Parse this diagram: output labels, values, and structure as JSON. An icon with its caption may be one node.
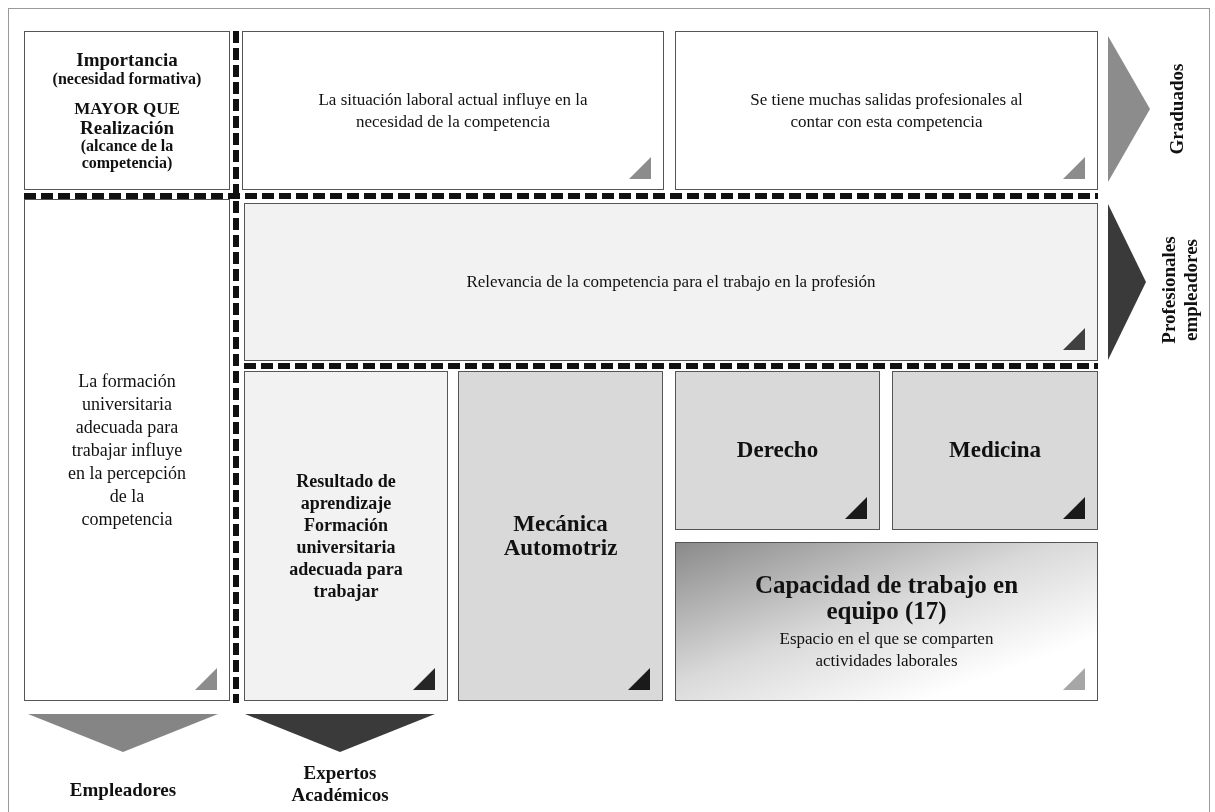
{
  "diagram": {
    "nodes": [
      {
        "text": [
          "Importancia",
          "(necesidad formativa)",
          "MAYOR QUE",
          "Realización",
          "(alcance de la competencia)"
        ]
      },
      {
        "text": [
          "La situación laboral actual influye en la necesidad de la competencia"
        ]
      },
      {
        "text": [
          "Se tiene muchas salidas profesionales al contar con esta competencia"
        ]
      },
      {
        "text": [
          "Relevancia de la competencia para el trabajo en la profesión"
        ]
      },
      {
        "text": [
          "La formación universitaria adecuada para trabajar influye en la percepción de la competencia"
        ]
      },
      {
        "text": [
          "Resultado de aprendizaje Formación universitaria adecuada para trabajar"
        ]
      },
      {
        "text": [
          "Mecánica Automotriz"
        ]
      },
      {
        "text": [
          "Derecho"
        ]
      },
      {
        "text": [
          "Medicina"
        ]
      },
      {
        "text": [
          "Capacidad de trabajo en equipo (17)",
          "Espacio en el que se comparten actividades laborales"
        ]
      },
      {
        "text": [],
        "shape": "triangle",
        "beside": [
          "Graduados"
        ]
      },
      {
        "text": [],
        "shape": "triangle",
        "beside": [
          "Profesionales empleadores"
        ]
      },
      {
        "text": [],
        "shape": "triangle",
        "beside": [
          "Empleadores"
        ]
      },
      {
        "text": [],
        "shape": "triangle",
        "beside": [
          "Expertos Académicos"
        ]
      }
    ],
    "edges": []
  }
}
